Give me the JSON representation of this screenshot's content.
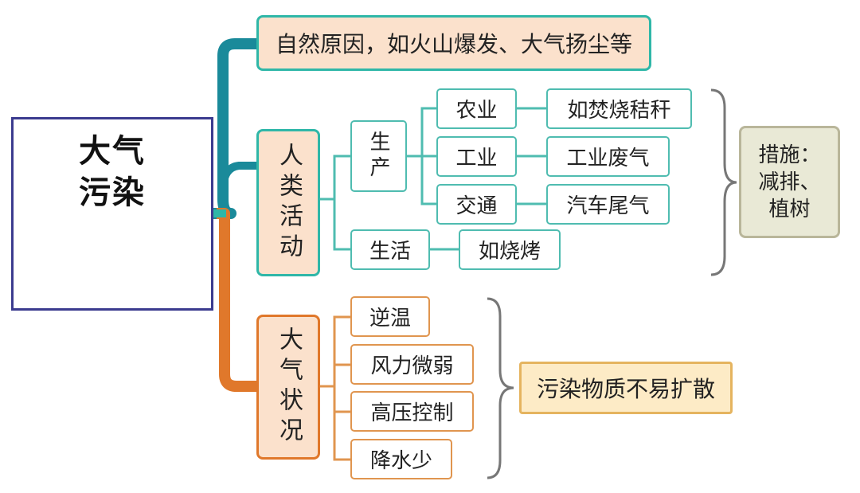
{
  "root": {
    "title": "大气污染"
  },
  "natural": {
    "label": "自然原因，如火山爆发、大气扬尘等"
  },
  "human": {
    "label": "人类活动",
    "production": {
      "label": "生产",
      "items": [
        {
          "sector": "农业",
          "example": "如焚烧秸秆"
        },
        {
          "sector": "工业",
          "example": "工业废气"
        },
        {
          "sector": "交通",
          "example": "汽车尾气"
        }
      ]
    },
    "life": {
      "label": "生活",
      "example": "如烧烤"
    },
    "measure": {
      "line1": "措施：",
      "line2": "减排、",
      "line3": "植树"
    }
  },
  "weather": {
    "label": "大气状况",
    "items": [
      "逆温",
      "风力微弱",
      "高压控制",
      "降水少"
    ],
    "result": "污染物质不易扩散"
  },
  "colors": {
    "teal": "#1a8a9a",
    "orange": "#e0782b",
    "box_teal": "#2fb7a8",
    "peach": "#fbe1cc"
  }
}
